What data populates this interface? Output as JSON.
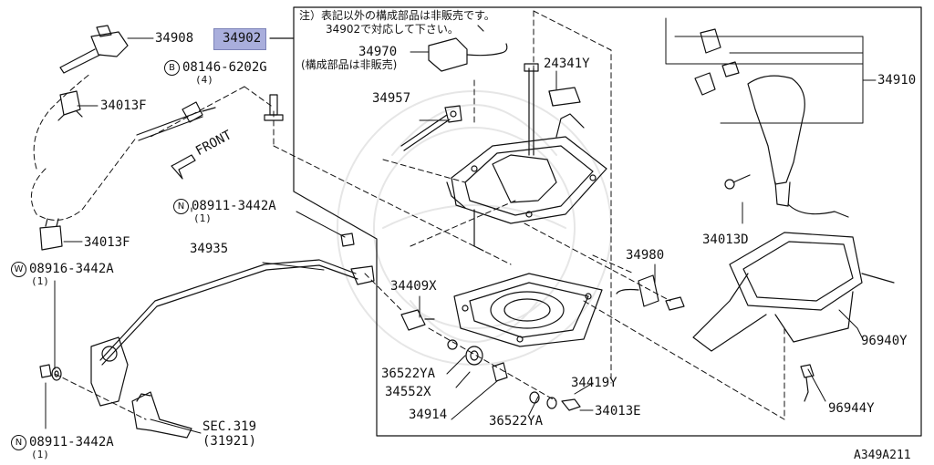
{
  "note": {
    "line1": "注）表記以外の構成部品は非販売です。",
    "line2": "34902で対応して下さい。"
  },
  "labels": {
    "p34908": "34908",
    "p34902": "34902",
    "p34013F_top": "34013F",
    "p08146": "08146-6202G",
    "p08146_qty": "(4)",
    "p08146_prefix": "B",
    "p34970": "34970",
    "p34970_note": "(構成部品は非販売)",
    "p24341Y": "24341Y",
    "p34957": "34957",
    "p34910": "34910",
    "front": "FRONT",
    "p08911_top": "08911-3442A",
    "p08911_top_qty": "(1)",
    "p08911_top_prefix": "N",
    "p34013D": "34013D",
    "p34013F_mid": "34013F",
    "p34935": "34935",
    "p34980": "34980",
    "p08916": "08916-3442A",
    "p08916_qty": "(1)",
    "p08916_prefix": "W",
    "p34409X": "34409X",
    "p96940Y": "96940Y",
    "p36522YA_a": "36522YA",
    "p34552X": "34552X",
    "p34419Y": "34419Y",
    "p34914": "34914",
    "p36522YA_b": "36522YA",
    "p34013E": "34013E",
    "p96944Y": "96944Y",
    "sec": "SEC.319",
    "sec_ref": "(31921)",
    "p08911_bot": "08911-3442A",
    "p08911_bot_qty": "(1)",
    "p08911_bot_prefix": "N",
    "diagram_id": "A349A211"
  },
  "colors": {
    "highlight": "#a9aedc",
    "line": "#111111",
    "watermark": "#e6e6e6"
  }
}
